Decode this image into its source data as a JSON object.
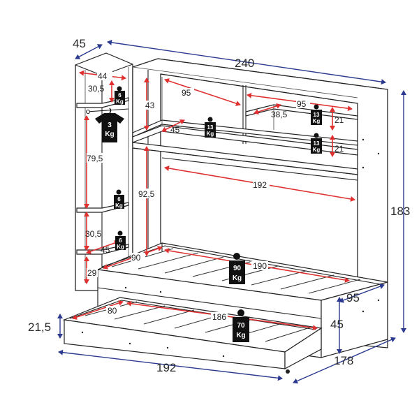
{
  "dimensions_blue": {
    "depth_top": "45",
    "width_top": "240",
    "height_right": "183",
    "bed_depth": "95",
    "bed_height": "45",
    "total_depth": "178",
    "drawer_width": "192",
    "drawer_height": "21,5"
  },
  "dimensions_red": {
    "wardrobe_width": "44",
    "wardrobe_shelf_gap": "30,5",
    "hanging_height": "79,5",
    "lower_shelf_gap": "30,5",
    "lower_depth": "45",
    "bottom_gap": "29",
    "top_left_width": "95",
    "top_left_height": "43",
    "top_left_depth": "45",
    "top_right_width": "95",
    "top_right_depth": "38,5",
    "top_right_h1": "21",
    "top_right_h2": "21",
    "bed_side_height": "92,5",
    "bed_inner_width": "192",
    "mattress_width": "90",
    "mattress_length": "190",
    "trundle_width": "80",
    "trundle_length": "186"
  },
  "weights": {
    "wardrobe_top": {
      "value": "6",
      "unit": "Kg"
    },
    "hanger": {
      "value": "3",
      "unit": "Kg"
    },
    "wardrobe_mid": {
      "value": "6",
      "unit": "Kg"
    },
    "wardrobe_low": {
      "value": "6",
      "unit": "Kg"
    },
    "top_shelf_left": {
      "value": "13",
      "unit": "Kg"
    },
    "top_shelf_right_1": {
      "value": "13",
      "unit": "Kg"
    },
    "top_shelf_right_2": {
      "value": "13",
      "unit": "Kg"
    },
    "bed": {
      "value": "90",
      "unit": "Kg"
    },
    "trundle": {
      "value": "70",
      "unit": "Kg"
    }
  },
  "colors": {
    "dimension_line_blue": "#2b3a8f",
    "dimension_line_red": "#e03030",
    "weight_tag": "#111111"
  }
}
